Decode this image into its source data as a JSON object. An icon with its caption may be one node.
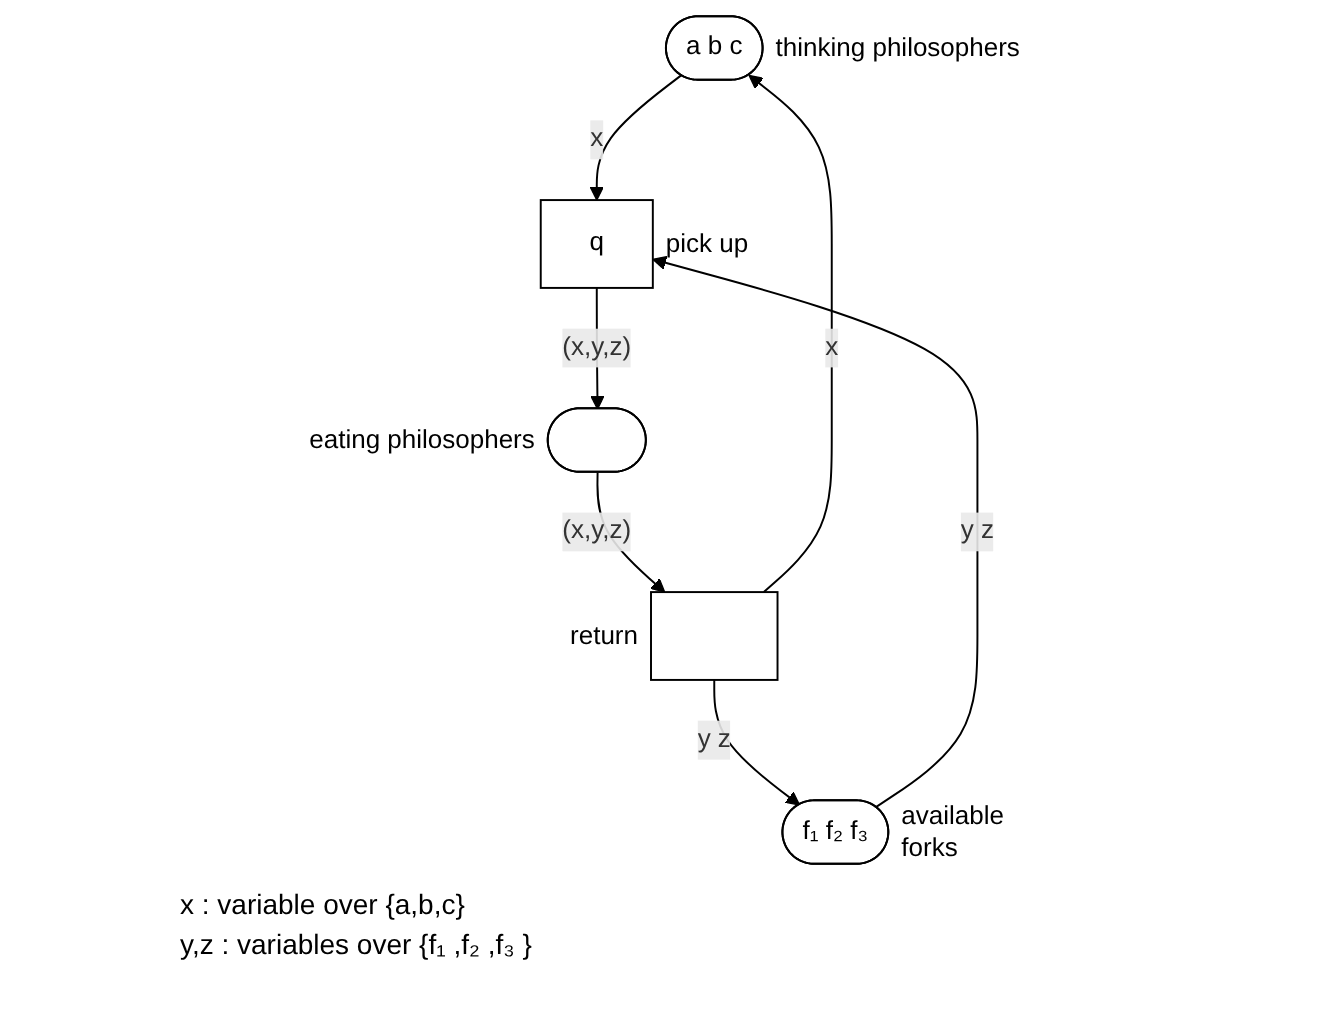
{
  "diagram": {
    "nodes": [
      {
        "text": [
          "a b c"
        ],
        "beside": [
          "thinking philosophers"
        ]
      },
      {
        "text": [],
        "shape": "box",
        "beside": [
          "return"
        ]
      },
      {
        "text": [
          "f₁ f₂ f₃"
        ],
        "beside": [
          "available",
          "forks"
        ]
      },
      {
        "text": [
          "q"
        ],
        "beside": [
          "pick up"
        ]
      },
      {
        "text": [],
        "shape": "ellipse",
        "beside": [
          "eating philosophers"
        ]
      }
    ],
    "edges": [
      {
        "from": 1,
        "to": 0,
        "arrow": "to",
        "label": "x"
      },
      {
        "from": 0,
        "to": 3,
        "arrow": "to",
        "label": "x"
      },
      {
        "from": 1,
        "to": 2,
        "arrow": "to",
        "label": "y z"
      },
      {
        "from": 2,
        "to": 3,
        "arrow": "to",
        "label": "y z"
      },
      {
        "from": 3,
        "to": 4,
        "arrow": "to",
        "label": "(x,y,z)"
      },
      {
        "from": 4,
        "to": 1,
        "arrow": "to",
        "label": "(x,y,z)"
      }
    ],
    "labels": [
      "x : variable over {a,b,c}",
      "y,z : variables over {f₁ ,f₂ ,f₃ }"
    ]
  }
}
